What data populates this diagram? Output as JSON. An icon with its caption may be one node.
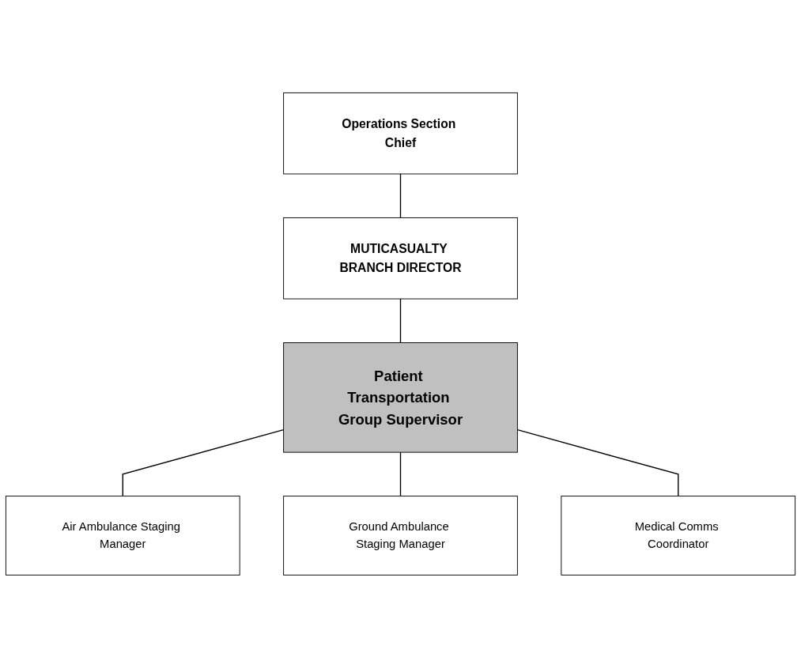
{
  "diagram": {
    "nodes": [
      {
        "text": [
          "Operations Section Chief"
        ]
      },
      {
        "text": [
          "MUTICASUALTY BRANCH DIRECTOR"
        ]
      },
      {
        "text": [
          "Patient Transportation Group Supervisor"
        ]
      },
      {
        "text": [
          "Air Ambulance Staging Manager"
        ]
      },
      {
        "text": [
          "Ground Ambulance Staging Manager"
        ]
      },
      {
        "text": [
          "Medical Comms Coordinator"
        ]
      }
    ],
    "edges": [
      {
        "from": 0,
        "to": 1,
        "arrow": "none"
      },
      {
        "from": 1,
        "to": 2,
        "arrow": "none"
      },
      {
        "from": 2,
        "to": 3,
        "arrow": "none"
      },
      {
        "from": 2,
        "to": 4,
        "arrow": "none"
      },
      {
        "from": 2,
        "to": 5,
        "arrow": "none"
      }
    ]
  }
}
